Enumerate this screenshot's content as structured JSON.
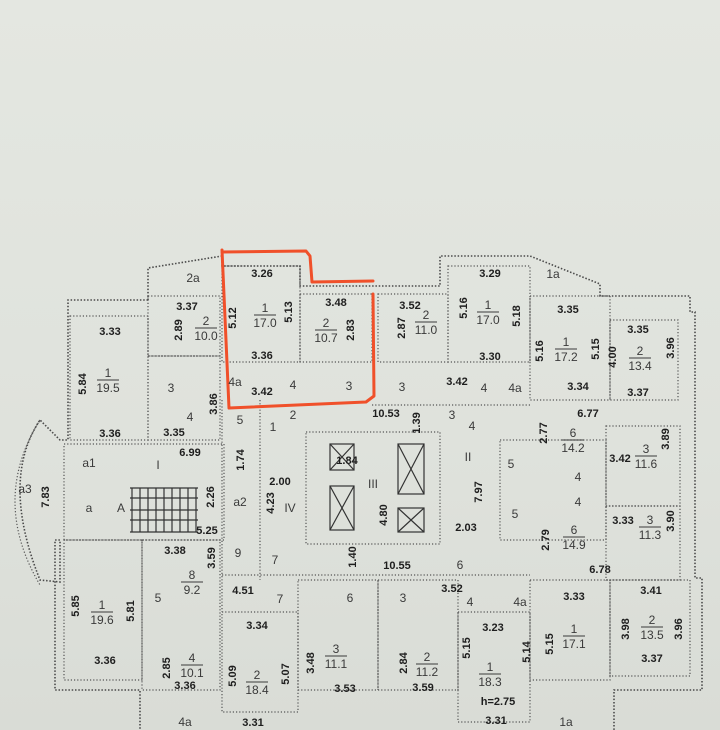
{
  "title": "Floor plan with room dimensions and areas",
  "highlight_color": "#f0502a",
  "labels": [
    "2a",
    "3.26",
    "3.29",
    "1a",
    "3.37",
    "2.89",
    {
      "number": "2",
      "area": "10.0"
    },
    "5.12",
    {
      "number": "1",
      "area": "17.0"
    },
    "5.13",
    "3.48",
    "2.83",
    {
      "number": "2",
      "area": "10.7"
    },
    "3.52",
    "2.87",
    {
      "number": "2",
      "area": "11.0"
    },
    "5.16",
    {
      "number": "1",
      "area": "17.0"
    },
    "5.18",
    "3.35",
    "3.33",
    "5.84",
    {
      "number": "1",
      "area": "19.5"
    },
    "3.36",
    "3.30",
    "5.16",
    {
      "number": "1",
      "area": "17.2"
    },
    "5.15",
    "3.35",
    "4.00",
    {
      "number": "2",
      "area": "13.4"
    },
    "3.96",
    "3",
    "4a",
    "3.42",
    "4",
    "3",
    "3",
    "3.42",
    "4",
    "4a",
    "3.34",
    "3.37",
    "4",
    "3.86",
    "5",
    "1",
    "2",
    "10.53",
    "1.39",
    "3",
    "4",
    "6.77",
    "3.36",
    "3.35",
    "2.77",
    {
      "number": "6",
      "area": "14.2"
    },
    "3.42",
    {
      "number": "3",
      "area": "11.6"
    },
    "3.89",
    "a1",
    "I",
    "6.99",
    "1.74",
    "1.84",
    "II",
    "5",
    "4",
    "2.00",
    "III",
    "a3",
    "7.83",
    "a",
    "A",
    "2.26",
    "a2",
    "4.23",
    "IV",
    "7.97",
    "4.80",
    "5",
    "4",
    "5.25",
    "2.03",
    "3.33",
    {
      "number": "3",
      "area": "11.3"
    },
    "3.90",
    "3.38",
    "3.59",
    "9",
    "7",
    "1.40",
    "10.55",
    "6",
    "2.79",
    {
      "number": "6",
      "area": "14.9"
    },
    "6.78",
    {
      "number": "8",
      "area": "9.2"
    },
    "5",
    "4.51",
    "7",
    "6",
    "3",
    "3.52",
    "4",
    "4a",
    "3.33",
    "3.41",
    "3.34",
    "5.85",
    {
      "number": "1",
      "area": "19.6"
    },
    "5.81",
    "3.23",
    "5.15",
    "5.14",
    "5.15",
    {
      "number": "1",
      "area": "17.1"
    },
    "3.98",
    {
      "number": "2",
      "area": "13.5"
    },
    "3.96",
    "3.48",
    {
      "number": "3",
      "area": "11.1"
    },
    "2.85",
    {
      "number": "4",
      "area": "10.1"
    },
    "2.84",
    {
      "number": "2",
      "area": "11.2"
    },
    "5.09",
    {
      "number": "2",
      "area": "18.4"
    },
    "5.07",
    {
      "number": "1",
      "area": "18.3"
    },
    "3.36",
    "3.36",
    "3.53",
    "3.59",
    "h=2.75",
    "3.37",
    "4a",
    "3.31",
    "3.31",
    "1a"
  ]
}
